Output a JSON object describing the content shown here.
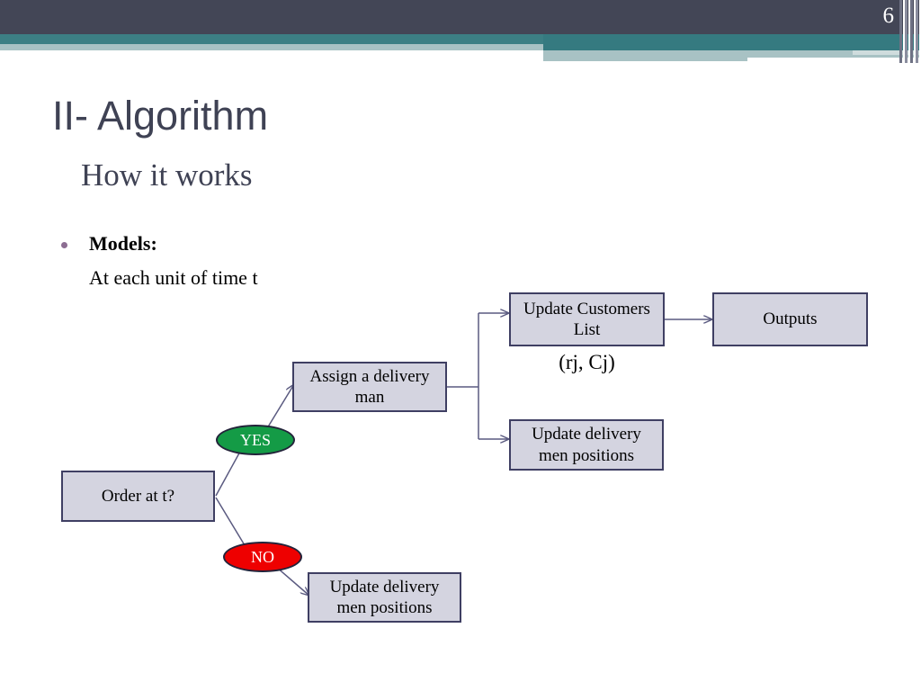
{
  "slide": {
    "page_number": "6",
    "title": "II- Algorithm",
    "subtitle": "How it works"
  },
  "theme": {
    "header_bar": "#434656",
    "teal_band": "#3c7f84",
    "teal_pale": "#a8c2c4",
    "title_color": "#3f4254",
    "bullet_color": "#8c6d92",
    "node_fill": "#d4d4e0",
    "node_border": "#3f3f63",
    "yes_fill": "#149b46",
    "no_fill": "#ee0000",
    "connector": "#5a5a80"
  },
  "content": {
    "bullet_label": "Models:",
    "bullet_detail": "At each unit of time t"
  },
  "flowchart": {
    "nodes": [
      {
        "id": "order",
        "label": "Order at t?",
        "shape": "rect"
      },
      {
        "id": "assign",
        "label": "Assign a delivery man",
        "shape": "rect"
      },
      {
        "id": "update_cust",
        "label": "Update Customers List",
        "shape": "rect"
      },
      {
        "id": "outputs",
        "label": "Outputs",
        "shape": "rect"
      },
      {
        "id": "update_pos_1",
        "label": "Update delivery men positions",
        "shape": "rect"
      },
      {
        "id": "update_pos_2",
        "label": "Update delivery men positions",
        "shape": "rect"
      },
      {
        "id": "yes",
        "label": "YES",
        "shape": "ellipse"
      },
      {
        "id": "no",
        "label": "NO",
        "shape": "ellipse"
      }
    ],
    "captions": [
      {
        "id": "rjcj",
        "text": "(rj, Cj)"
      }
    ],
    "edges": [
      {
        "from": "order",
        "to": "yes",
        "label": ""
      },
      {
        "from": "yes",
        "to": "assign",
        "label": ""
      },
      {
        "from": "order",
        "to": "no",
        "label": ""
      },
      {
        "from": "no",
        "to": "update_pos_2",
        "label": ""
      },
      {
        "from": "assign",
        "to": "update_cust",
        "label": ""
      },
      {
        "from": "assign",
        "to": "update_pos_1",
        "label": ""
      },
      {
        "from": "update_cust",
        "to": "outputs",
        "label": ""
      }
    ]
  }
}
